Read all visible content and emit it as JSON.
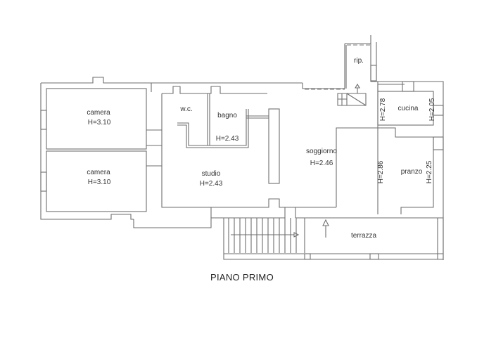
{
  "title": "PIANO PRIMO",
  "rooms": [
    {
      "name": "camera",
      "height": "H=3.10"
    },
    {
      "name": "camera",
      "height": "H=3.10"
    },
    {
      "name": "w.c."
    },
    {
      "name": "bagno",
      "height": "H=2.43"
    },
    {
      "name": "studio",
      "height": "H=2.43"
    },
    {
      "name": "soggiorno",
      "height": "H=2.46"
    },
    {
      "name": "rip."
    },
    {
      "name": "cucina",
      "height_left": "H=2.78",
      "height_right": "H=2.05"
    },
    {
      "name": "pranzo",
      "height_left": "H=2.86",
      "height_right": "H=2.25"
    },
    {
      "name": "terrazza"
    }
  ],
  "colors": {
    "lines": "#6e6e6e",
    "text": "#333333",
    "background": "#ffffff"
  }
}
